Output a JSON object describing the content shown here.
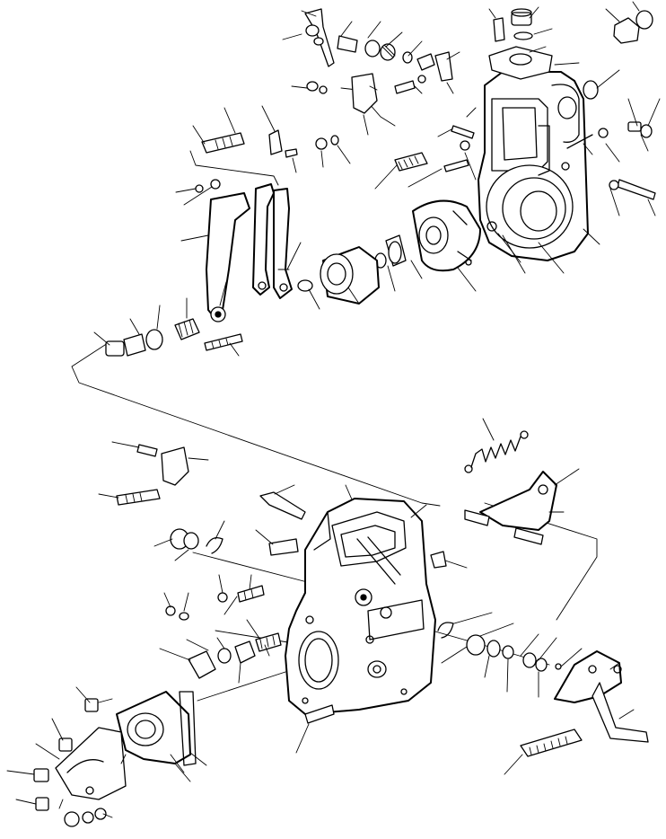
{
  "diagram": {
    "kind": "exploded parts view",
    "palette": {
      "line": "#000000",
      "background": "#ffffff"
    },
    "assemblies": [
      {
        "id": "upper-governor-housing"
      },
      {
        "id": "lower-pump-body"
      }
    ]
  }
}
